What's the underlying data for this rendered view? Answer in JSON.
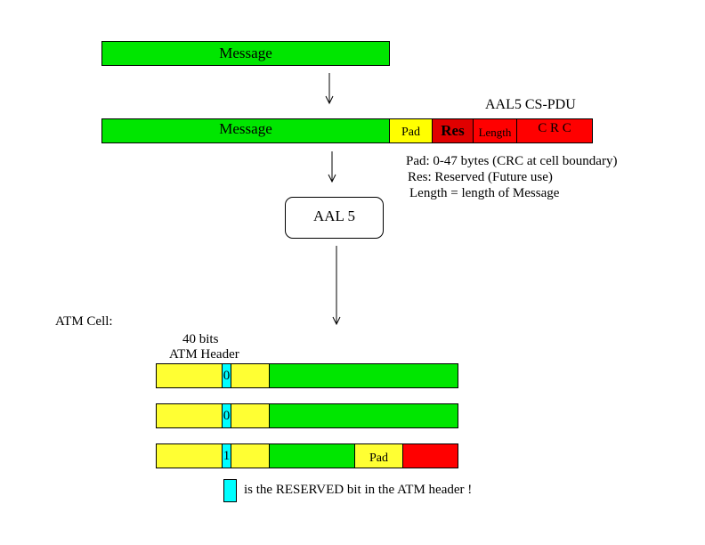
{
  "colors": {
    "message": "#00e600",
    "pad": "#ffff00",
    "res": "#e00000",
    "crc": "#ff0000",
    "header": "#ffff33",
    "reserved_bit": "#00ffff"
  },
  "top_message": {
    "label": "Message"
  },
  "cs_pdu": {
    "title": "AAL5 CS-PDU",
    "message_label": "Message",
    "pad_label": "Pad",
    "res_label": "Res",
    "length_label": "Length",
    "crc_label": "C R C"
  },
  "legend": {
    "line1": "Pad: 0-47 bytes (CRC at cell boundary)",
    "line2": "Res: Reserved (Future use)",
    "line3": "Length = length of Message"
  },
  "aal5_box": {
    "label": "AAL 5"
  },
  "atm": {
    "title": "ATM Cell:",
    "header_line1": "40 bits",
    "header_line2": "ATM Header",
    "cells": [
      {
        "bit": "0"
      },
      {
        "bit": "0"
      },
      {
        "bit": "1",
        "pad_label": "Pad"
      }
    ]
  },
  "footnote": "is the RESERVED bit in the ATM header !"
}
